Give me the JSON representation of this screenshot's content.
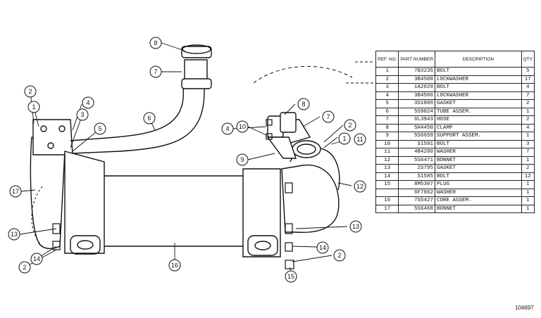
{
  "table": {
    "headers": {
      "ref": "REF. NO.",
      "part": "PART NUMBER",
      "desc": "DESCRIPTION",
      "qty": "QTY"
    },
    "rows": [
      {
        "ref": "1",
        "part": "7B3235",
        "desc": "BOLT",
        "qty": "5"
      },
      {
        "ref": "2",
        "part": "3B4508",
        "desc": "LOCKWASHER",
        "qty": "17"
      },
      {
        "ref": "3",
        "part": "1A2029",
        "desc": "BOLT",
        "qty": "4"
      },
      {
        "ref": "4",
        "part": "3B4506",
        "desc": "LOCKWASHER",
        "qty": "7"
      },
      {
        "ref": "5",
        "part": "3S1889",
        "desc": "GASKET",
        "qty": "2"
      },
      {
        "ref": "6",
        "part": "5S9024",
        "desc": "TUBE ASSEM.",
        "qty": "1"
      },
      {
        "ref": "7",
        "part": "6L3943",
        "desc": "HOSE",
        "qty": "2"
      },
      {
        "ref": "8",
        "part": "5H4450",
        "desc": "CLAMP",
        "qty": "4"
      },
      {
        "ref": "9",
        "part": "5S6659",
        "desc": "SUPPORT ASSEM.",
        "qty": "1"
      },
      {
        "ref": "10",
        "part": "S1591",
        "desc": "BOLT",
        "qty": "3"
      },
      {
        "ref": "11",
        "part": "4B4280",
        "desc": "WASHER",
        "qty": "7"
      },
      {
        "ref": "12",
        "part": "5S6471",
        "desc": "BONNET",
        "qty": "1"
      },
      {
        "ref": "13",
        "part": "2S795",
        "desc": "GASKET",
        "qty": "2"
      },
      {
        "ref": "14",
        "part": "S1585",
        "desc": "BOLT",
        "qty": "12"
      },
      {
        "ref": "15",
        "part": "8M5307",
        "desc": "PLUG",
        "qty": "1"
      },
      {
        "ref": "",
        "part": "6F7062",
        "desc": "WASHER",
        "qty": "1"
      },
      {
        "ref": "16",
        "part": "7S5427",
        "desc": "CORE ASSEM.",
        "qty": "1"
      },
      {
        "ref": "17",
        "part": "5S6468",
        "desc": "BONNET",
        "qty": "1"
      }
    ]
  },
  "callouts": {
    "c8a": "8",
    "c7a": "7",
    "c6": "6",
    "c2a": "2",
    "c1a": "1",
    "c4a": "4",
    "c3": "3",
    "c5": "5",
    "c17": "17",
    "c13a": "13",
    "c14a": "14",
    "c2b": "2",
    "c16": "16",
    "c8b": "8",
    "c7b": "7",
    "c4b": "4",
    "c10": "10",
    "c2c": "2",
    "c1b": "1",
    "c11": "11",
    "c9": "9",
    "c12": "12",
    "c13b": "13",
    "c14b": "14",
    "c2d": "2",
    "c15": "15"
  },
  "figure_number": "104697"
}
